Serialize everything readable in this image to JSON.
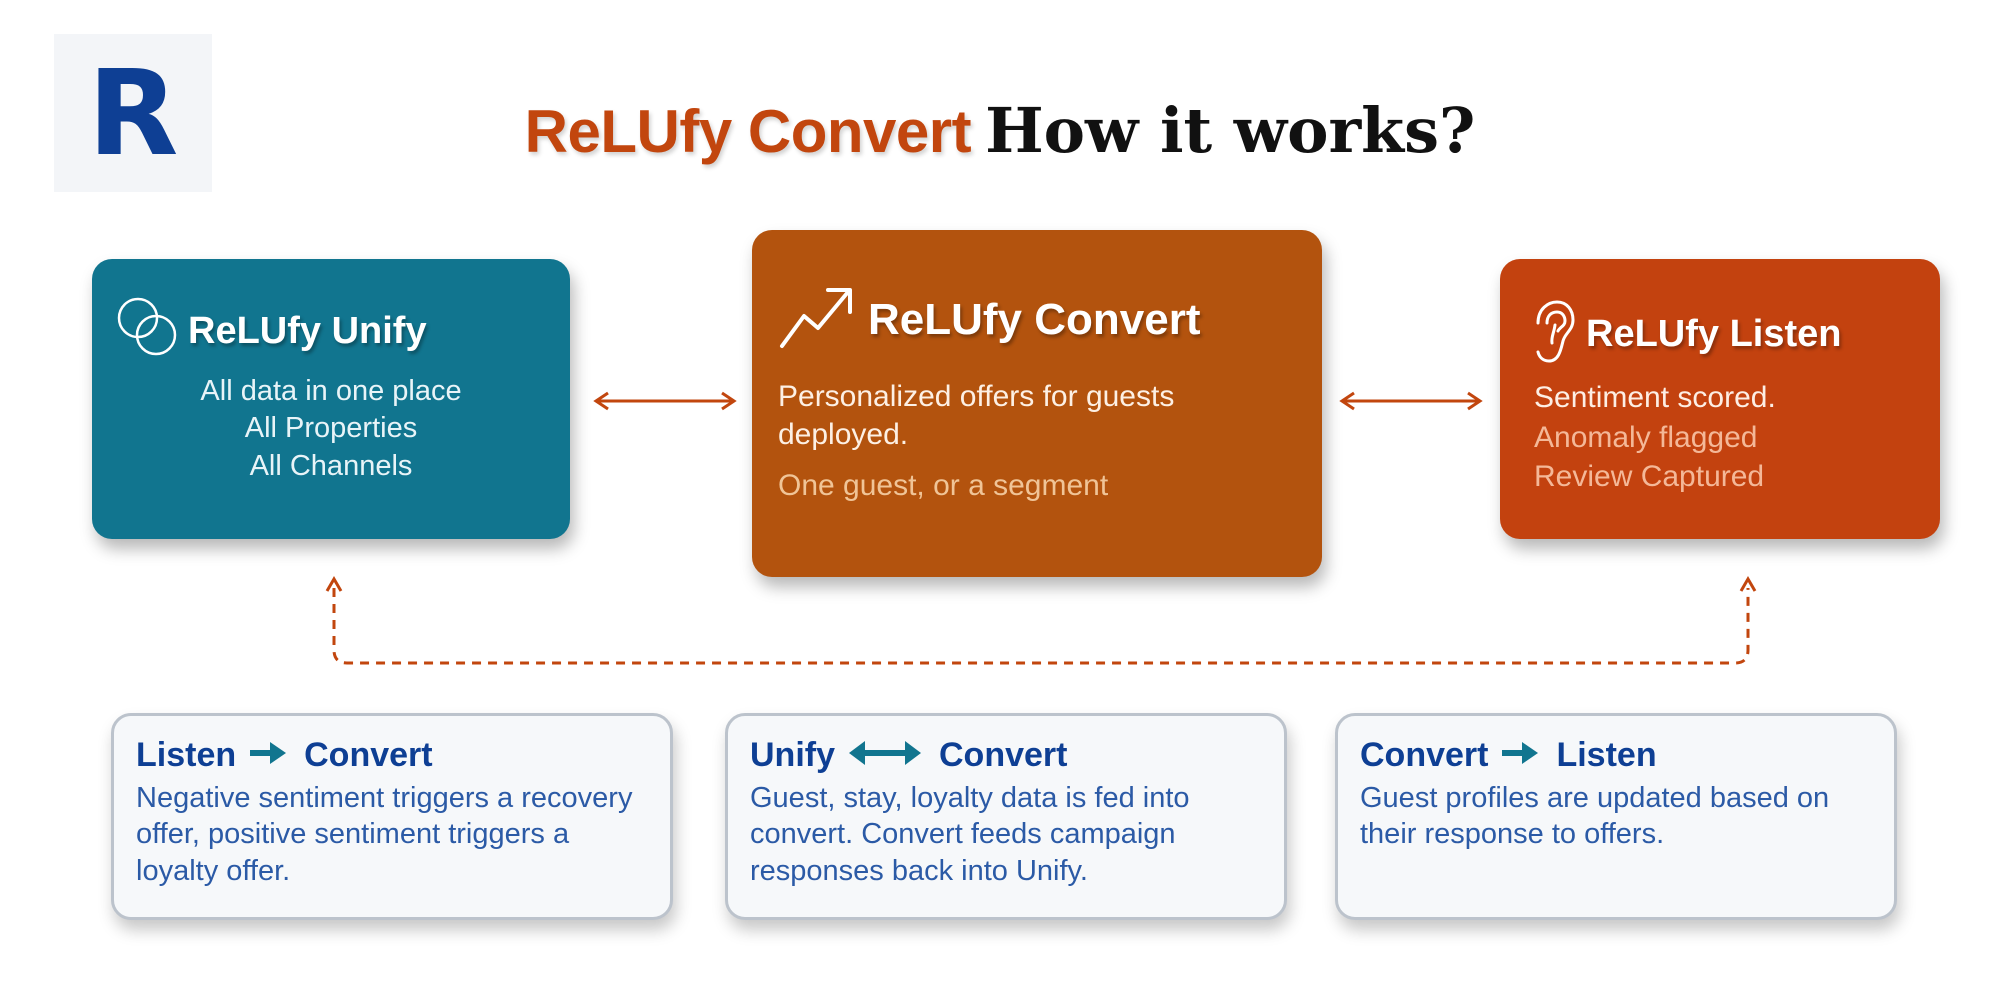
{
  "logo": {
    "letter": "R"
  },
  "title": {
    "brand": "ReLUfy Convert",
    "rest": "How it works?"
  },
  "colors": {
    "unify": "#11758f",
    "convert": "#b3530e",
    "listen": "#c3420f",
    "accent_orange": "#c2460e",
    "navy": "#0e3f94",
    "teal_arrow": "#11758f"
  },
  "cards": {
    "unify": {
      "icon": "overlapping-circles-icon",
      "name": "ReLUfy Unify",
      "lines": [
        "All data in one place",
        "All Properties",
        "All Channels"
      ]
    },
    "convert": {
      "icon": "trend-up-icon",
      "name": "ReLUfy Convert",
      "main": "Personalized offers for guests deployed.",
      "sub": "One guest, or a segment"
    },
    "listen": {
      "icon": "ear-icon",
      "name": "ReLUfy Listen",
      "lines": [
        "Sentiment scored.",
        "Anomaly flagged",
        "Review Captured"
      ]
    }
  },
  "flows": [
    {
      "from": "Listen",
      "to": "Convert",
      "arrow": "right-arrow-icon",
      "text": "Negative sentiment triggers a recovery offer, positive sentiment triggers a loyalty offer."
    },
    {
      "from": "Unify",
      "to": "Convert",
      "arrow": "double-arrow-icon",
      "text": "Guest, stay, loyalty data is fed into convert. Convert feeds campaign responses back into Unify."
    },
    {
      "from": "Convert",
      "to": "Listen",
      "arrow": "right-arrow-icon",
      "text": "Guest profiles are updated based on their response to offers."
    }
  ]
}
